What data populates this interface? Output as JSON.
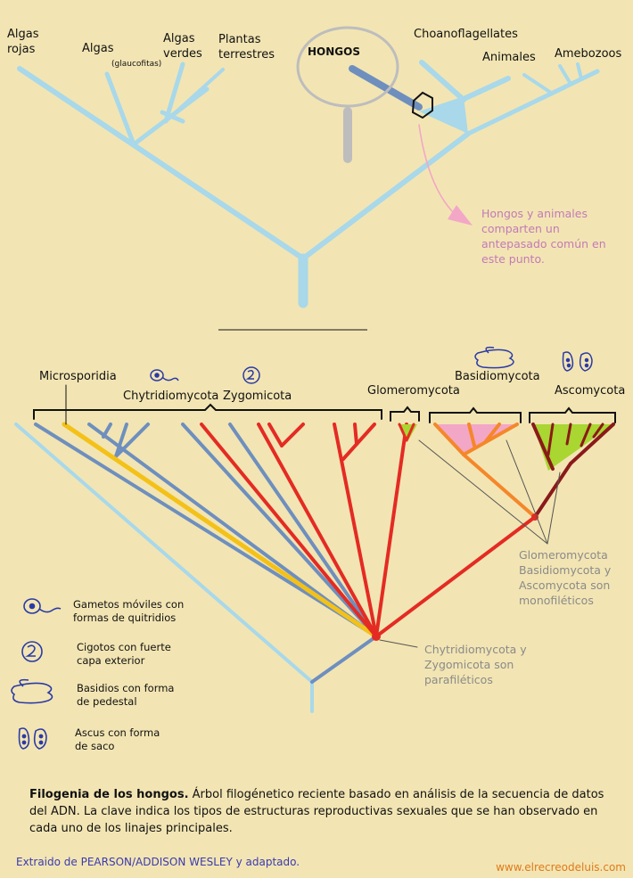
{
  "colors": {
    "background": "#f2e5b3",
    "light_blue": "#a8d8ea",
    "steel_blue": "#6e8fbe",
    "red": "#e42b23",
    "yellow": "#f4c118",
    "orange": "#f5872a",
    "maroon": "#8a1a1a",
    "lime": "#a9d631",
    "pink": "#f2a7c7",
    "legend_blue": "#2b3aa6"
  },
  "top_tree": {
    "labels": {
      "red_algae": "Algas\nrojas",
      "glaucophytes": "Algas",
      "glaucophytes_sub": "(glaucofitas)",
      "green_algae": "Algas\nverdes",
      "land_plants": "Plantas\nterrestres",
      "fungi": "HONGOS",
      "choanoflagellates": "Choanoflagellates",
      "animals": "Animales",
      "amoebozoa": "Amebozoos"
    },
    "note": "Hongos y animales comparten un antepasado común en este punto."
  },
  "bottom_tree": {
    "labels": {
      "microsporidia": "Microsporidia",
      "chytridiomycota": "Chytridiomycota",
      "zygomicota": "Zygomicota",
      "glomeromycota": "Glomeromycota",
      "basidiomycota": "Basidiomycota",
      "ascomycota": "Ascomycota"
    },
    "mono_note": "Glomeromycota Basidiomycota y Ascomycota son monofiléticos",
    "para_note": "Chytridiomycota y Zygomicota son parafiléticos"
  },
  "legend": [
    {
      "icon": "flagellated-gamete-icon",
      "text": "Gametos móviles con formas de quitridios"
    },
    {
      "icon": "zygote-icon",
      "text": "Cigotos con fuerte capa exterior"
    },
    {
      "icon": "basidium-icon",
      "text": "Basidios con forma de pedestal"
    },
    {
      "icon": "ascus-icon",
      "text": "Ascus con forma de saco"
    }
  ],
  "caption": {
    "title": "Filogenia de los hongos.",
    "body": " Árbol filogénetico reciente basado en análisis de la secuencia de datos del ADN. La clave indica los tipos de estructuras reproductivas sexuales que se han observado en cada uno de los linajes principales."
  },
  "credit": "Extraido de PEARSON/ADDISON WESLEY y adaptado.",
  "website": "www.elrecreodeluis.com"
}
